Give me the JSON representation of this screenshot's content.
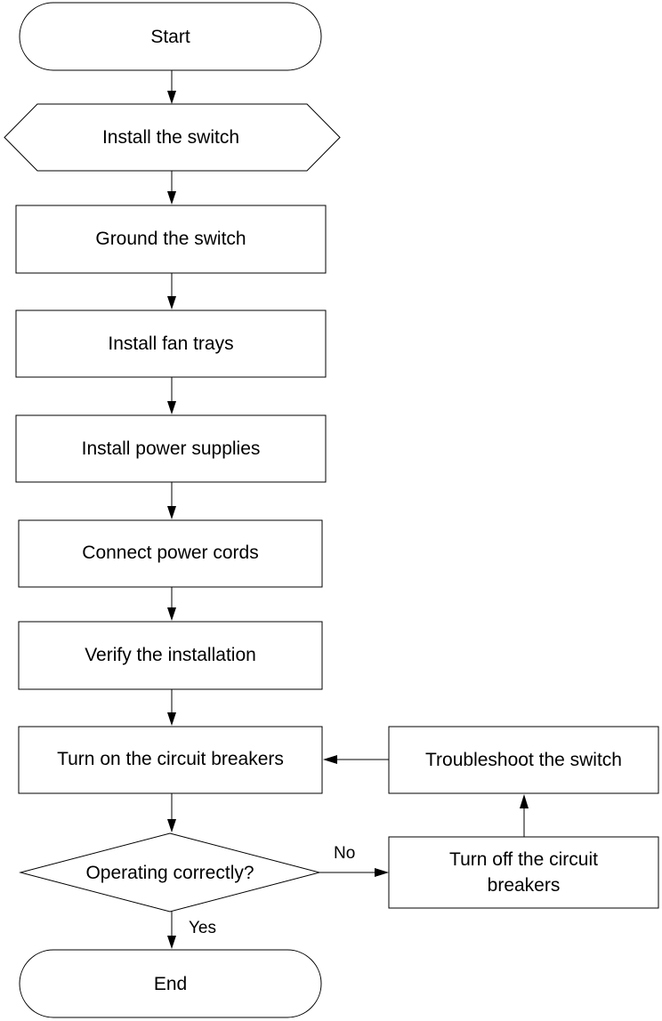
{
  "flowchart": {
    "start": "Start",
    "install_switch": "Install the switch",
    "ground_switch": "Ground the switch",
    "install_fan_trays": "Install fan trays",
    "install_power_supplies": "Install power supplies",
    "connect_power_cords": "Connect power cords",
    "verify_installation": "Verify the installation",
    "turn_on_breakers": "Turn on the circuit breakers",
    "decision": "Operating correctly?",
    "no_label": "No",
    "yes_label": "Yes",
    "turn_off_breakers_line1": "Turn off the circuit",
    "turn_off_breakers_line2": "breakers",
    "troubleshoot": "Troubleshoot the switch",
    "end": "End"
  },
  "colors": {
    "stroke": "#000000",
    "fill": "#ffffff"
  }
}
